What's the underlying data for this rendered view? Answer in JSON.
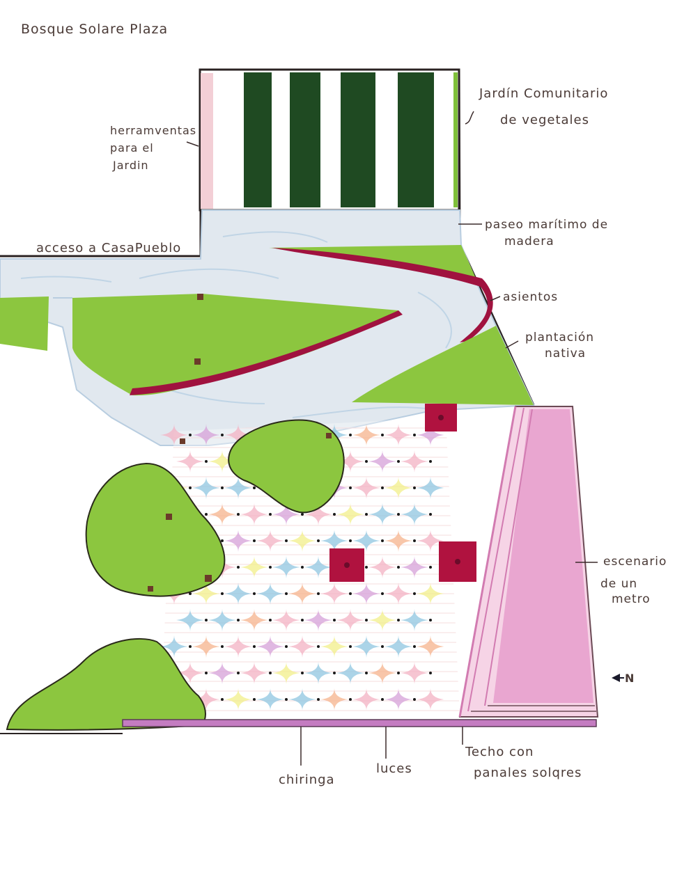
{
  "title": "Bosque Solare Plaza",
  "labels": {
    "herramientas": [
      "herramventas",
      "para el",
      "Jardin"
    ],
    "jardin_comunitario": [
      "Jardín Comunitario",
      "de vegetales"
    ],
    "acceso": "acceso a CasaPueblo",
    "paseo": [
      "paseo marítimo de",
      "madera"
    ],
    "asientos": "asientos",
    "plantacion": [
      "plantación",
      "nativa"
    ],
    "escenario": [
      "escenario",
      "de un",
      "metro"
    ],
    "north": "N",
    "techo": [
      "Techo con",
      "panales solqres"
    ],
    "chiringa": "chiringa",
    "luces": "luces"
  },
  "colors": {
    "grass": "#8cc63f",
    "grass_dark": "#6fa52a",
    "path": "#dfe7ee",
    "path_stroke": "#b7cde0",
    "seat": "#a0123f",
    "garden_stripe": "#1f4a22",
    "stage_pink": "#e9a6d0",
    "stage_light": "#f6d4e6",
    "wall": "#3a2b2b",
    "tile_blue": "#8fc6e0",
    "tile_pink": "#f3b2c3",
    "tile_yellow": "#f1ef8a",
    "tile_purple": "#d6a0d8",
    "tile_orange": "#f5b38c",
    "planter": "#b0123f",
    "bottom_strip": "#c47cc1"
  },
  "icons": {
    "north_arrow": "arrow-left-icon"
  }
}
